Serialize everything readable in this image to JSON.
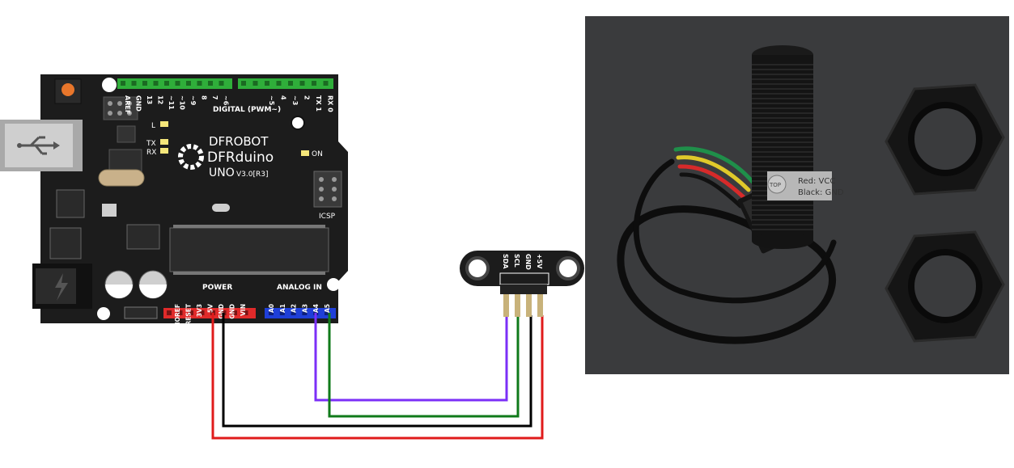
{
  "board": {
    "brand": "DFROBOT",
    "model": "DFRduino",
    "variant": "UNO",
    "version": "V3.0[R3]",
    "digital_header": "DIGITAL (PWM~)",
    "digital_pins": [
      "AREF",
      "GND",
      "13",
      "12",
      "~11",
      "~10",
      "~9",
      "8",
      "7",
      "~6",
      "~5",
      "4",
      "~3",
      "2",
      "TX 1",
      "RX 0"
    ],
    "led_l": "L",
    "led_tx": "TX",
    "led_rx": "RX",
    "on_label": "ON",
    "icsp_label": "ICSP",
    "power_header": "POWER",
    "power_pins": [
      "IOREF",
      "RESET",
      "3V3",
      "5V",
      "GND",
      "GND",
      "VIN"
    ],
    "analog_header": "ANALOG IN",
    "analog_pins": [
      "A0",
      "A1",
      "A2",
      "A3",
      "A4",
      "A5"
    ]
  },
  "module": {
    "pins": [
      "SDA",
      "SCL",
      "GND",
      "+5V"
    ]
  },
  "sensor_photo": {
    "cable_label_line1": "Red: VCC",
    "cable_label_line2": "Black: GND",
    "cap_label": "TOP"
  },
  "wires": [
    {
      "from": "A4",
      "to": "SDA",
      "color": "#7b2ff7"
    },
    {
      "from": "A5",
      "to": "SCL",
      "color": "#0f7a1a"
    },
    {
      "from": "GND",
      "to": "GND",
      "color": "#000000"
    },
    {
      "from": "5V",
      "to": "+5V",
      "color": "#e01b1b"
    }
  ],
  "colors": {
    "board": "#1c1c1c",
    "header_green": "#2fae3a",
    "header_red": "#e02a2a",
    "header_blue": "#1f3fd8",
    "photo_bg": "#3a3b3d"
  }
}
